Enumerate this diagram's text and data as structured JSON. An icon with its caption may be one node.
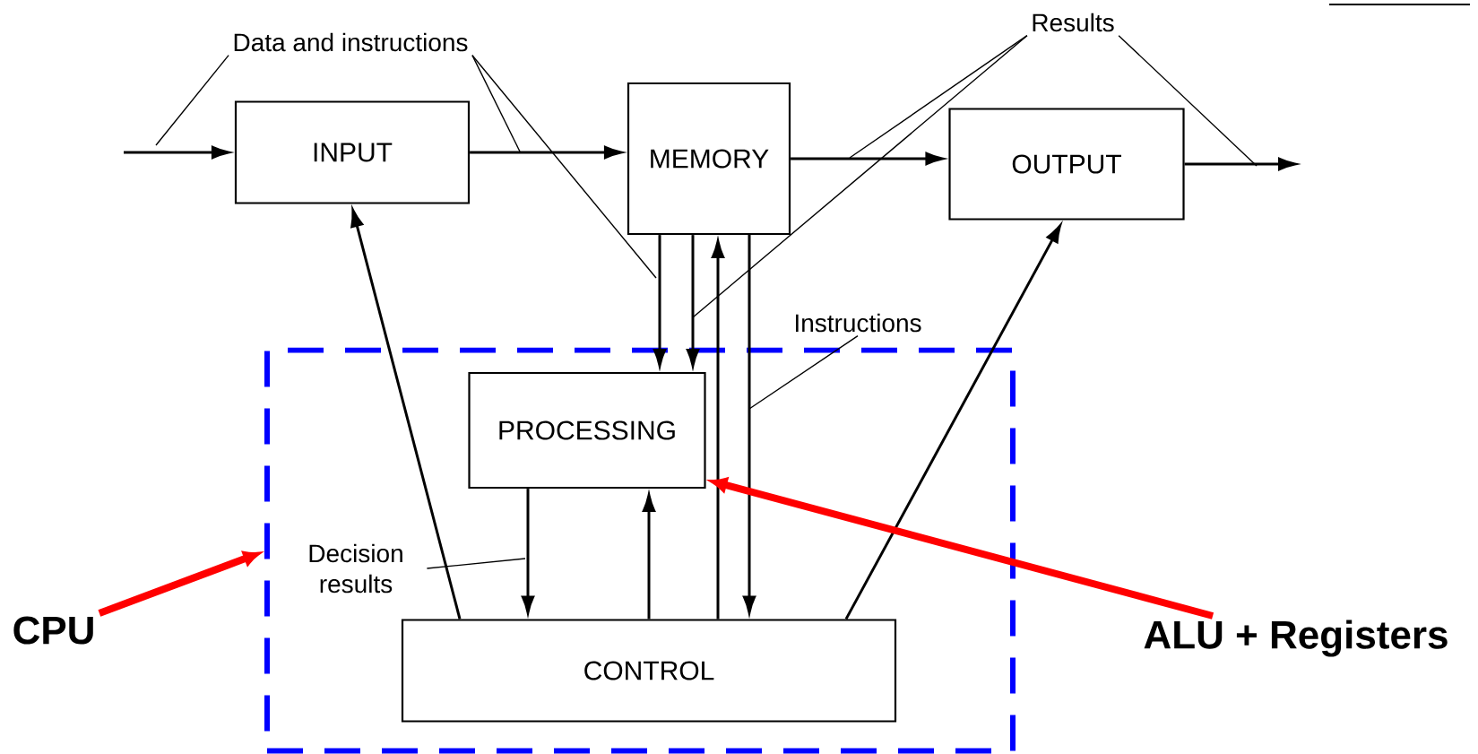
{
  "diagram": {
    "nodes": [
      {
        "text": [
          "INPUT"
        ]
      },
      {
        "text": [
          "MEMORY"
        ]
      },
      {
        "text": [
          "OUTPUT"
        ]
      },
      {
        "text": [],
        "shape": "box"
      },
      {
        "text": [
          "PROCESSING"
        ],
        "in": 3
      },
      {
        "text": [
          "CONTROL"
        ],
        "in": 3
      },
      {
        "text": [
          "CPU"
        ]
      },
      {
        "text": [
          "ALU + Registers"
        ]
      },
      {
        "text": [
          "Data and instructions"
        ]
      },
      {
        "text": [
          "Results"
        ]
      },
      {
        "text": [
          "Instructions"
        ]
      },
      {
        "text": [
          "Decision results"
        ],
        "in": 3
      }
    ],
    "edges": [
      {
        "from": null,
        "to": 0,
        "arrow": "to"
      },
      {
        "from": 0,
        "to": 1,
        "arrow": "to"
      },
      {
        "from": 1,
        "to": 2,
        "arrow": "to"
      },
      {
        "from": 2,
        "to": null,
        "arrow": "to"
      },
      {
        "from": 1,
        "to": 4,
        "arrow": "to"
      },
      {
        "from": 1,
        "to": 4,
        "arrow": "to"
      },
      {
        "from": 5,
        "to": 1,
        "arrow": "to"
      },
      {
        "from": 1,
        "to": 5,
        "arrow": "to"
      },
      {
        "from": 4,
        "to": 5,
        "arrow": "to"
      },
      {
        "from": 5,
        "to": 4,
        "arrow": "to"
      },
      {
        "from": 5,
        "to": 0,
        "arrow": "to"
      },
      {
        "from": 5,
        "to": 2,
        "arrow": "to"
      },
      {
        "from": 8,
        "to": null,
        "arrow": "none"
      },
      {
        "from": 8,
        "to": null,
        "arrow": "none"
      },
      {
        "from": 8,
        "to": null,
        "arrow": "none"
      },
      {
        "from": 9,
        "to": null,
        "arrow": "none"
      },
      {
        "from": 9,
        "to": null,
        "arrow": "none"
      },
      {
        "from": 9,
        "to": null,
        "arrow": "none"
      },
      {
        "from": 10,
        "to": null,
        "arrow": "none"
      },
      {
        "from": 11,
        "to": null,
        "arrow": "none"
      },
      {
        "from": 6,
        "to": 3,
        "arrow": "to",
        "style": "thick",
        "color": "#ff0000"
      },
      {
        "from": 7,
        "to": 4,
        "arrow": "to",
        "style": "thick",
        "color": "#ff0000"
      }
    ]
  }
}
